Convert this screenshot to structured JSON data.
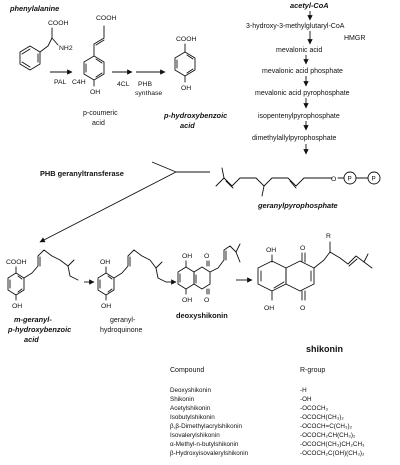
{
  "compounds": {
    "phenylalanine": "phenylalanine",
    "acetyl_coa": "acetyl-CoA",
    "p_coumeric_acid_line1": "p-coumeric",
    "p_coumeric_acid_line2": "acid",
    "p_hydroxybenzoic_acid_line1": "p-hydroxybenzoic",
    "p_hydroxybenzoic_acid_line2": "acid",
    "geranylpyrophosphate": "geranylpyrophosphate",
    "m_geranyl_line1": "m-geranyl-",
    "m_geranyl_line2": "p-hydroxybenzoic",
    "m_geranyl_line3": "acid",
    "geranylhydroquinone_line1": "geranyl-",
    "geranylhydroquinone_line2": "hydroquinone",
    "deoxyshikonin": "deoxyshikonin",
    "shikonin": "shikonin"
  },
  "enzymes": {
    "pal": "PAL",
    "c4h": "C4H",
    "fourcl": "4CL",
    "phb_synthase_line1": "PHB",
    "phb_synthase_line2": "synthase",
    "hmgr": "HMGR",
    "phb_geranyltransferase": "PHB geranyltransferase"
  },
  "mevalonate_pathway": [
    "3-hydroxy-3-methylglutaryl-CoA",
    "mevalonic acid",
    "mevalonic acid phosphate",
    "mevalonic acid pyrophosphate",
    "isopentenylpyrophosphate",
    "dimethylallylpyrophosphate"
  ],
  "atom_labels": {
    "cooh": "COOH",
    "nh2": "NH2",
    "oh": "OH",
    "o": "O",
    "p": "P",
    "r": "R"
  },
  "table": {
    "header_compound": "Compound",
    "header_rgroup": "R-group",
    "rows": [
      {
        "compound": "Deoxyshikonin",
        "rgroup": "-H"
      },
      {
        "compound": "Shikonin",
        "rgroup": "-OH"
      },
      {
        "compound": "Acetylshikonin",
        "rgroup": "-OCOCH₃"
      },
      {
        "compound": "Isobutylshikonin",
        "rgroup": "-OCOCH(CH₃)₂"
      },
      {
        "compound": "β,β-Dimethylacrylshikonin",
        "rgroup": "-OCOCH=C(CH₃)₂"
      },
      {
        "compound": "Isovalerylshikonin",
        "rgroup": "-OCOCH₂CH(CH₃)₂"
      },
      {
        "compound": "α-Methyl-n-butylshikonin",
        "rgroup": "-OCOCH(CH₃)CH₂CH₃"
      },
      {
        "compound": "β-Hydroxyisovalerylshikonin",
        "rgroup": "-OCOCH₂C(OH)(CH₃)₂"
      }
    ]
  }
}
